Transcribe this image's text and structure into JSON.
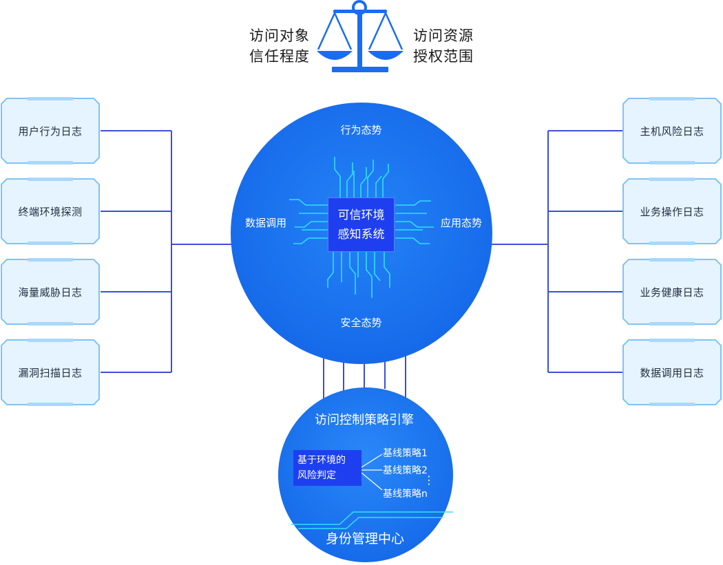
{
  "header": {
    "left_label": [
      "访问对象",
      "信任程度"
    ],
    "right_label": [
      "访问资源",
      "授权范围"
    ]
  },
  "left_sources": [
    "用户行为日志",
    "终端环境探测",
    "海量威胁日志",
    "漏洞扫描日志"
  ],
  "right_sources": [
    "主机风险日志",
    "业务操作日志",
    "业务健康日志",
    "数据调用日志"
  ],
  "perception": {
    "top": "行为态势",
    "left": "数据调用",
    "right": "应用态势",
    "bottom": "安全态势",
    "core": [
      "可信环境",
      "感知系统"
    ]
  },
  "engine": {
    "title": "访问控制策略引擎",
    "risk": [
      "基于环境的",
      "风险判定"
    ],
    "policies": [
      "基线策略1",
      "基线策略2",
      "基线策略n"
    ],
    "ellipsis": "⋮",
    "footer": "身份管理中心"
  },
  "colors": {
    "blue": "#1a6cf0",
    "navy": "#1e3ff0",
    "cyan": "#29d3ff",
    "box_fill": "#e6f4ff",
    "box_stroke": "#7ec3f5",
    "line": "#3a4fd6"
  },
  "icons": {
    "balance": "balance-scale-icon"
  }
}
